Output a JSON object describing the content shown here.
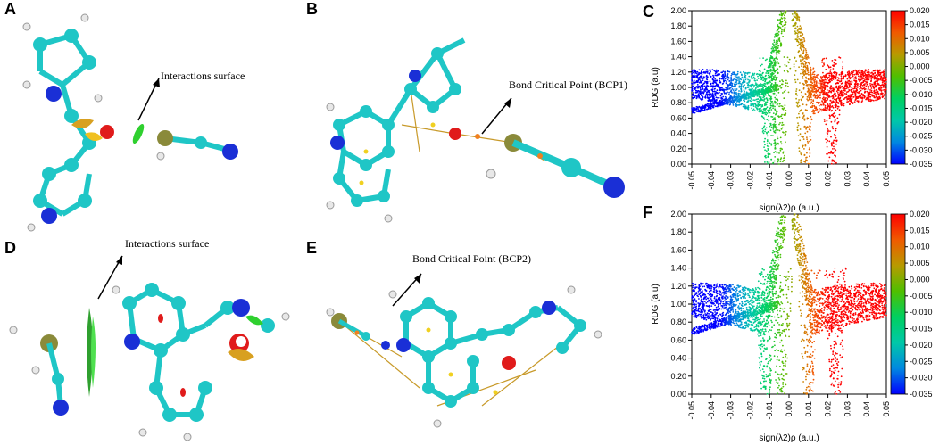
{
  "panels": {
    "A": {
      "label": "A",
      "annotation": "Interactions surface"
    },
    "B": {
      "label": "B",
      "annotation": "Bond Critical Point (BCP1)"
    },
    "C": {
      "label": "C"
    },
    "D": {
      "label": "D",
      "annotation": "Interactions surface"
    },
    "E": {
      "label": "E",
      "annotation": "Bond Critical Point (BCP2)"
    },
    "F": {
      "label": "F"
    }
  },
  "colors": {
    "carbon": "#1fc6c6",
    "nitrogen": "#1a2fd6",
    "oxygen": "#e01b1b",
    "hydrogen": "#e8e8e8",
    "sulfur": "#8a8a3a",
    "bond_path": "#c89a2a",
    "bcp_point": "#f0d020"
  },
  "chart_data": [
    {
      "type": "scatter",
      "panel": "C",
      "xlabel": "sign(λ2)ρ (a.u.)",
      "ylabel": "RDG (a.u)",
      "xlim": [
        -0.05,
        0.05
      ],
      "ylim": [
        0.0,
        2.0
      ],
      "xticks": [
        "-0.05",
        "-0.04",
        "-0.03",
        "-0.02",
        "-0.01",
        "0.00",
        "0.01",
        "0.02",
        "0.03",
        "0.04",
        "0.05"
      ],
      "yticks": [
        "0.00",
        "0.20",
        "0.40",
        "0.60",
        "0.80",
        "1.00",
        "1.20",
        "1.40",
        "1.60",
        "1.80",
        "2.00"
      ],
      "colorbar": {
        "range": [
          -0.035,
          0.02
        ],
        "ticks": [
          "0.020",
          "0.015",
          "0.010",
          "0.005",
          "0.000",
          "-0.005",
          "-0.010",
          "-0.015",
          "-0.020",
          "-0.025",
          "-0.030",
          "-0.035"
        ],
        "colors": [
          "#ff0000",
          "#f05a00",
          "#b89a00",
          "#4fbf00",
          "#00d060",
          "#00c8a8",
          "#0088e0",
          "#0000ff"
        ]
      },
      "spikes": [
        -0.01,
        -0.005,
        0.008,
        0.022
      ]
    },
    {
      "type": "scatter",
      "panel": "F",
      "xlabel": "sign(λ2)ρ (a.u.)",
      "ylabel": "RDG (a.u)",
      "xlim": [
        -0.05,
        0.05
      ],
      "ylim": [
        0.0,
        2.0
      ],
      "xticks": [
        "-0.05",
        "-0.04",
        "-0.03",
        "-0.02",
        "-0.01",
        "0.00",
        "0.01",
        "0.02",
        "0.03",
        "0.04",
        "0.05"
      ],
      "yticks": [
        "0.00",
        "0.20",
        "0.40",
        "0.60",
        "0.80",
        "1.00",
        "1.20",
        "1.40",
        "1.60",
        "1.80",
        "2.00"
      ],
      "colorbar": {
        "range": [
          -0.035,
          0.02
        ],
        "ticks": [
          "0.020",
          "0.015",
          "0.010",
          "0.005",
          "0.000",
          "-0.005",
          "-0.010",
          "-0.015",
          "-0.020",
          "-0.025",
          "-0.030",
          "-0.035"
        ],
        "colors": [
          "#ff0000",
          "#f05a00",
          "#b89a00",
          "#4fbf00",
          "#00d060",
          "#00c8a8",
          "#0088e0",
          "#0000ff"
        ]
      },
      "spikes": [
        -0.012,
        -0.004,
        0.01,
        0.024
      ]
    }
  ]
}
